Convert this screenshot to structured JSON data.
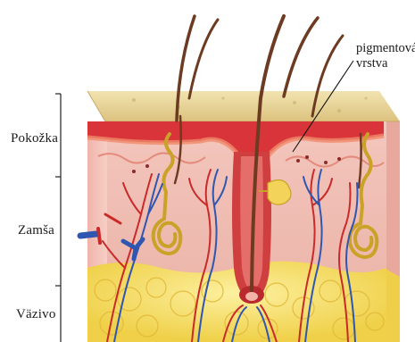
{
  "labels": {
    "epidermis": "Pokožka",
    "dermis": "Zamša",
    "hypodermis": "Väzivo",
    "callout_line1": "pigmentová",
    "callout_line2": "vrstva"
  },
  "colors": {
    "epidermis_top": "#e8d69a",
    "epidermis_red": "#d8343a",
    "dermis": "#f1c3b8",
    "fat": "#f6dd5a",
    "artery": "#c92a2a",
    "vein": "#2f56b0",
    "hair": "#6d3b22",
    "gland": "#c9a227"
  }
}
